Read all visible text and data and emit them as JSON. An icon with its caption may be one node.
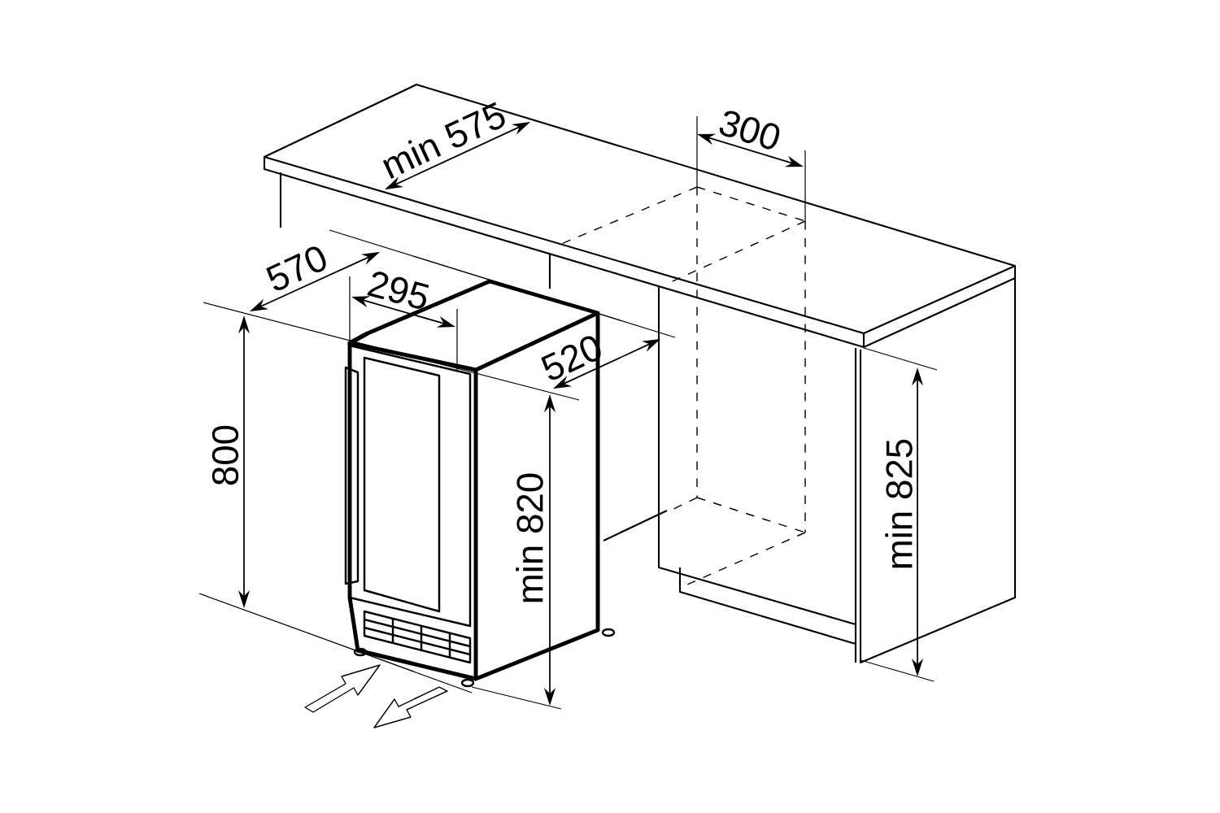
{
  "diagram": {
    "labels": [
      "min 575",
      "300",
      "570",
      "295",
      "520",
      "800",
      "min 820",
      "min 825"
    ]
  }
}
